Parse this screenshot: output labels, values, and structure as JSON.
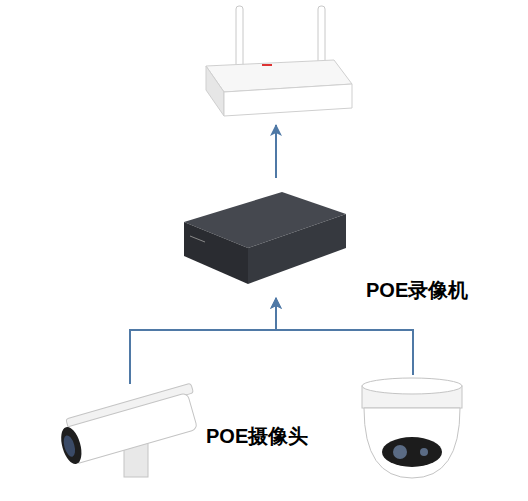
{
  "diagram": {
    "nodes": [
      {
        "text": []
      },
      {
        "text": [
          "POE录像机"
        ]
      },
      {
        "text": []
      },
      {
        "text": []
      }
    ],
    "edges": [
      {
        "from": 1,
        "to": 0,
        "arrow": "to"
      },
      {
        "from": 2,
        "to": 1,
        "arrow": "to"
      },
      {
        "from": 3,
        "to": 1,
        "arrow": "to"
      }
    ],
    "labels": [
      "POE摄像头"
    ]
  }
}
